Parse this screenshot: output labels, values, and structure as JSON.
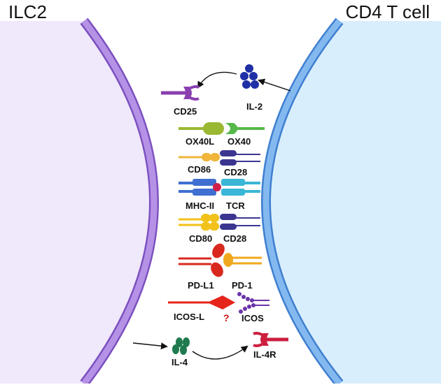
{
  "titles": {
    "left": "ILC2",
    "right": "CD4 T cell"
  },
  "labels": {
    "cd25": "CD25",
    "il2": "IL-2",
    "ox40l": "OX40L",
    "ox40": "OX40",
    "cd86": "CD86",
    "cd28_top": "CD28",
    "mhc2": "MHC-II",
    "tcr": "TCR",
    "cd80": "CD80",
    "cd28_bottom": "CD28",
    "pdl1": "PD-L1",
    "pd1": "PD-1",
    "icosl": "ICOS-L",
    "question": "?",
    "icos": "ICOS",
    "il4": "IL-4",
    "il4r": "IL-4R"
  },
  "colors": {
    "ilc2_fill": "#f0e8fb",
    "ilc2_membrane": "#a77fd9",
    "tcell_fill": "#d9eefc",
    "tcell_membrane": "#6ea6e6",
    "il2": "#1f2fa6",
    "il4": "#1f7a4f",
    "cd25": "#8a3fb0",
    "ox40l": "#9ab832",
    "ox40": "#57b84a",
    "cd86": "#f0b53a",
    "cd28": "#3b3590",
    "mhc2": "#3f6fd1",
    "tcr": "#3ab6d6",
    "peptide": "#d0204a",
    "cd80": "#f2c21a",
    "pdl1": "#d9281e",
    "pd1": "#f0a81e",
    "icosl": "#e5241b",
    "icos": "#6a33a8",
    "il4r": "#cc1f3f"
  }
}
